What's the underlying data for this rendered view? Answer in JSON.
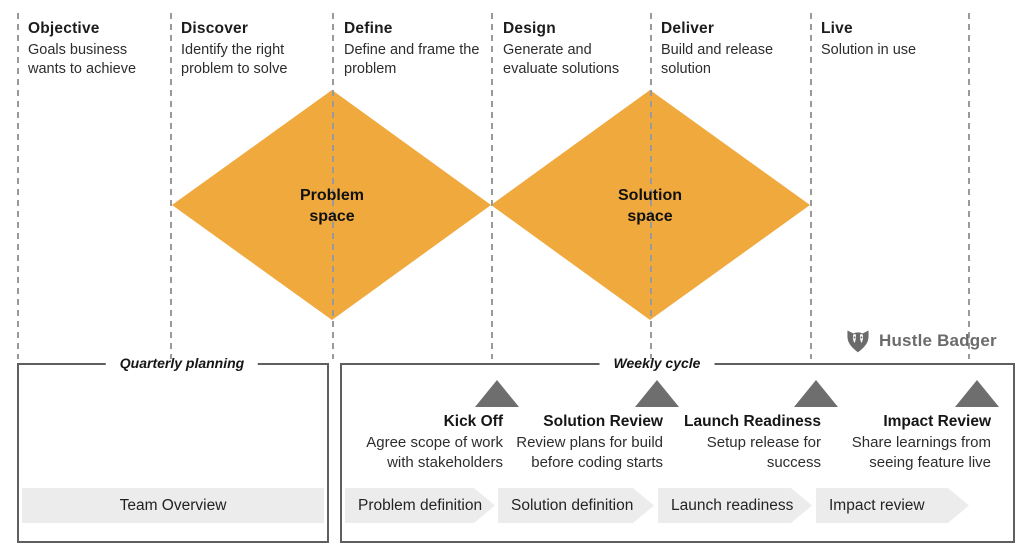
{
  "brand": {
    "name": "Hustle Badger"
  },
  "phases": [
    {
      "title": "Objective",
      "description": "Goals business\nwants to achieve"
    },
    {
      "title": "Discover",
      "description": "Identify the right\nproblem to solve"
    },
    {
      "title": "Define",
      "description": "Define and frame the\nproblem"
    },
    {
      "title": "Design",
      "description": "Generate and\nevaluate solutions"
    },
    {
      "title": "Deliver",
      "description": "Build and release\nsolution"
    },
    {
      "title": "Live",
      "description": "Solution in use"
    }
  ],
  "diamonds": [
    {
      "label": "Problem\nspace"
    },
    {
      "label": "Solution\nspace"
    }
  ],
  "quarterly_panel": {
    "title": "Quarterly planning",
    "team_bar": "Team Overview"
  },
  "weekly_panel": {
    "title": "Weekly cycle",
    "milestones": [
      {
        "title": "Kick Off",
        "description": "Agree scope of work\nwith stakeholders"
      },
      {
        "title": "Solution Review",
        "description": "Review plans for build\nbefore coding starts"
      },
      {
        "title": "Launch Readiness",
        "description": "Setup release for\nsuccess"
      },
      {
        "title": "Impact Review",
        "description": "Share learnings from\nseeing feature live"
      }
    ],
    "stages": [
      {
        "label": "Problem definition"
      },
      {
        "label": "Solution definition"
      },
      {
        "label": "Launch readiness"
      },
      {
        "label": "Impact review"
      }
    ]
  },
  "colors": {
    "diamond": "#F0A93D",
    "triangle": "#6E6E6E",
    "chevron": "#ECECEC",
    "dash": "#9A9A9A",
    "panel_border": "#5F5F5F",
    "logo": "#6B6B6B"
  }
}
